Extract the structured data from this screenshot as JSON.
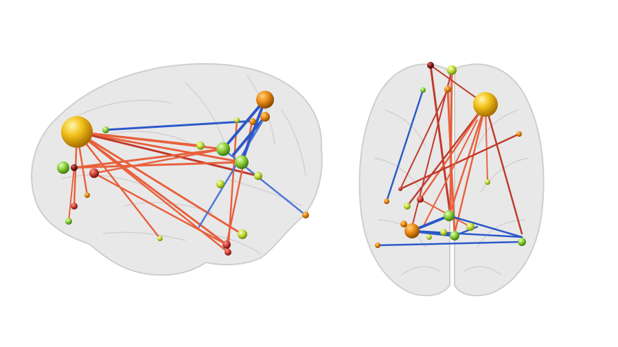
{
  "scene": {
    "background": "#ffffff",
    "brain_fill": "#e6e6e6",
    "brain_stroke": "#c9c9c9",
    "edge_colors": {
      "positive": "#e8603c",
      "positive_dark": "#c0392b",
      "negative": "#2b58c9",
      "negative_light": "#4a74d8"
    },
    "node_colors": {
      "large": "#f2b21a",
      "orange": "#e98a14",
      "lime": "#b5d33a",
      "green": "#8ccf3a",
      "red": "#c0392b",
      "darkred": "#8b1a1a"
    }
  },
  "views": [
    {
      "name": "sagittal-view",
      "type": "brain network, lateral view"
    },
    {
      "name": "axial-view",
      "type": "brain network, top view"
    }
  ]
}
